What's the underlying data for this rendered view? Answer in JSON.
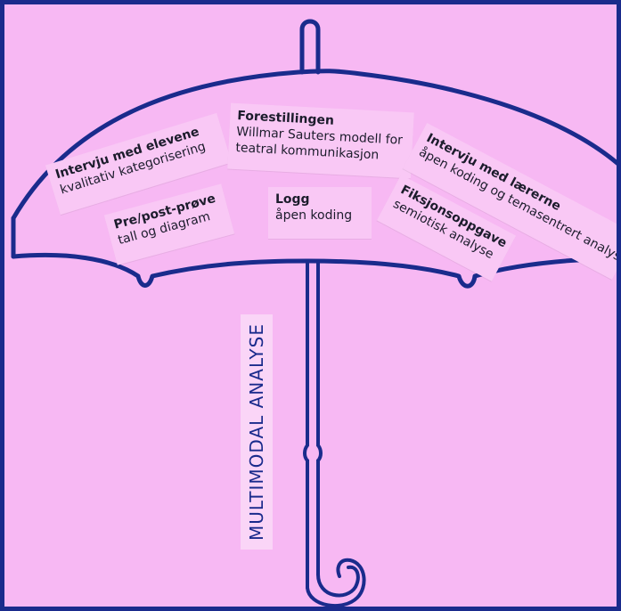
{
  "colors": {
    "background": "#f7b8f3",
    "stroke": "#1a2b8c",
    "card": "#f9c8f5"
  },
  "cards": {
    "elevene": {
      "title": "Intervju med elevene",
      "sub1": "kvalitativ kategorisering"
    },
    "prepost": {
      "title": "Pre/post-prøve",
      "sub1": "tall og diagram"
    },
    "forestillingen": {
      "title": "Forestillingen",
      "sub1": "Willmar Sauters modell for",
      "sub2": "teatral kommunikasjon"
    },
    "logg": {
      "title": "Logg",
      "sub1": "åpen koding"
    },
    "fiksjon": {
      "title": "Fiksjonsoppgave",
      "sub1": "semiotisk analyse"
    },
    "laererne": {
      "title": "Intervju med lærerne",
      "sub1": "åpen koding og temasentrert analyse"
    }
  },
  "handle_label": "MULTIMODAL ANALYSE"
}
